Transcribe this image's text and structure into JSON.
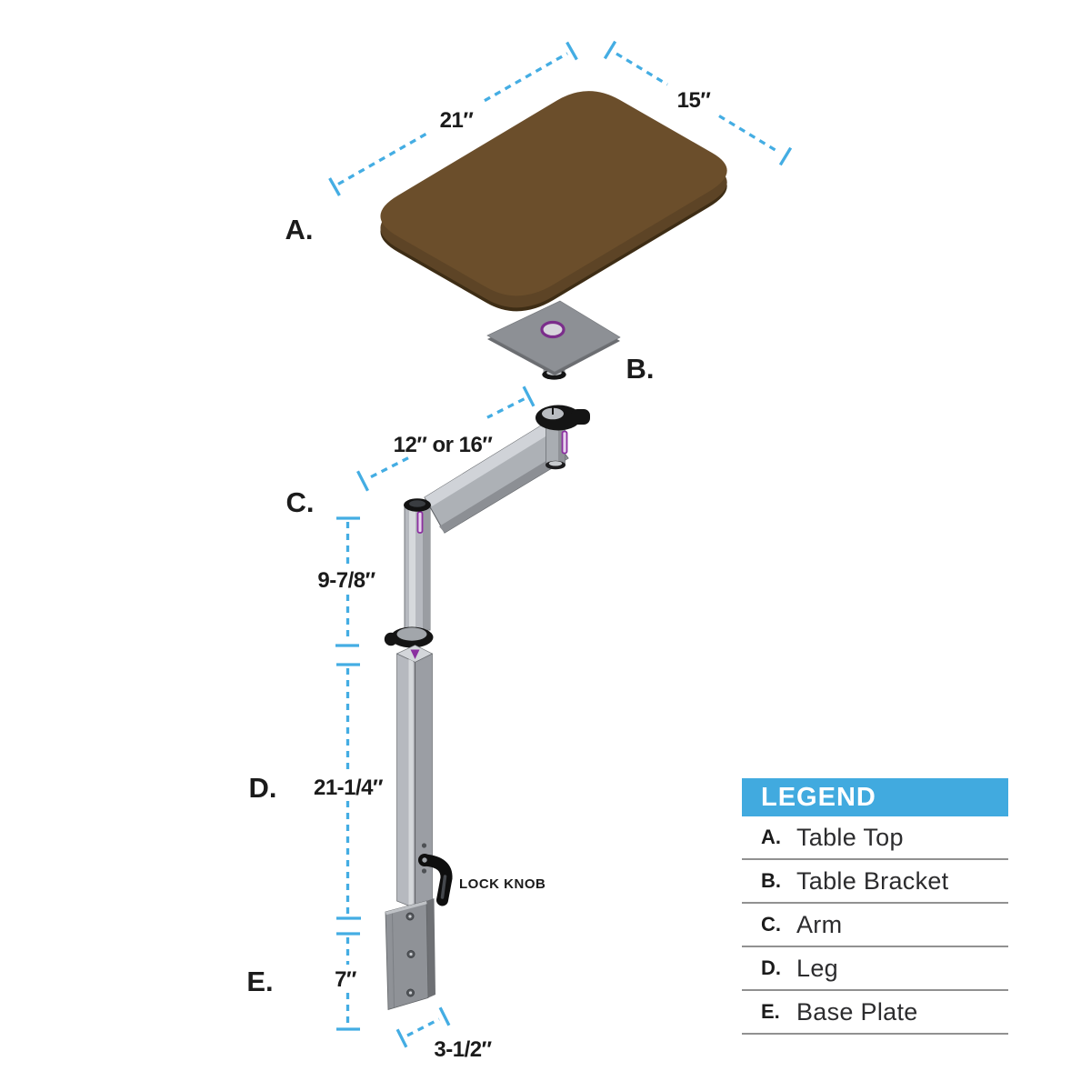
{
  "colors": {
    "accent_blue": "#44ade3",
    "table_top_brown": "#6b4e2b",
    "table_edge_brown": "#5d4426",
    "table_rim_brown": "#3e2d15",
    "metal_light": "#d5d8db",
    "metal_mid": "#b6b9bf",
    "metal_dark": "#9b9ea4",
    "plate_gray": "#8f9297",
    "joint_black": "#141414",
    "accent_purple": "#8b2fa0",
    "text_black": "#1b1b1b",
    "legend_header_bg": "#41aadf",
    "legend_header_text": "#ffffff",
    "legend_divider": "#919191"
  },
  "diagram": {
    "part_labels": {
      "a": "A.",
      "b": "B.",
      "c": "C.",
      "d": "D.",
      "e": "E."
    },
    "dimensions": {
      "table_width": "21″",
      "table_depth": "15″",
      "arm_length": "12″ or 16″",
      "arm_height": "9-7/8″",
      "leg_height": "21-1/4″",
      "base_plate_height": "7″",
      "base_plate_width": "3-1/2″"
    },
    "annotations": {
      "lock_knob": "LOCK KNOB"
    }
  },
  "legend": {
    "title": "LEGEND",
    "items": [
      {
        "letter": "A.",
        "name": "Table Top"
      },
      {
        "letter": "B.",
        "name": "Table Bracket"
      },
      {
        "letter": "C.",
        "name": "Arm"
      },
      {
        "letter": "D.",
        "name": "Leg"
      },
      {
        "letter": "E.",
        "name": "Base Plate"
      }
    ]
  }
}
